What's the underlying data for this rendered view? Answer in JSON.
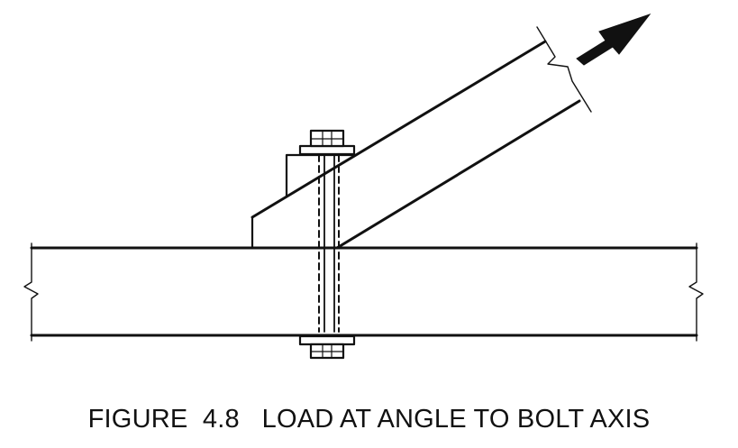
{
  "caption": {
    "figure_number": "FIGURE  4.8",
    "title": "LOAD AT ANGLE TO BOLT AXIS"
  },
  "colors": {
    "line": "#111111",
    "background": "#ffffff",
    "arrow": "#111111"
  },
  "drawing": {
    "elements": [
      "horizontal-member",
      "inclined-member",
      "wedge-washer",
      "bolt",
      "top-nut",
      "bottom-nut",
      "load-arrow",
      "break-lines"
    ]
  }
}
